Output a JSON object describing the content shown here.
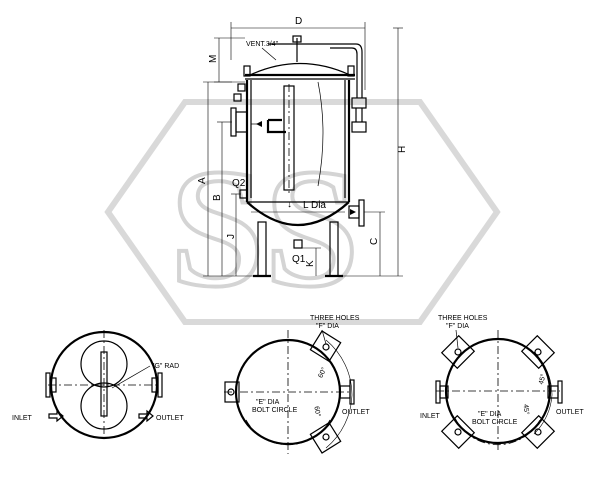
{
  "watermark": {
    "letters": "SS"
  },
  "elevation": {
    "dimensions": {
      "D": "D",
      "M": "M",
      "A": "A",
      "B": "B",
      "J": "J",
      "H": "H",
      "C": "C",
      "K": "K"
    },
    "labels": {
      "vent": "VENT.3/4\"",
      "q2": "Q2",
      "q1": "Q1",
      "l_dia": "L  Dia"
    }
  },
  "plan_single": {
    "g_rad": "\"G\" RAD",
    "inlet": "INLET",
    "outlet": "OUTLET"
  },
  "plan_three": {
    "three_holes": "THREE HOLES",
    "f_dia": "\"F\" DIA",
    "e_dia": "\"E\" DIA",
    "bolt_circle": "BOLT CIRCLE",
    "angle_1": "60°",
    "angle_2": "60°",
    "outlet": "OUTLET"
  },
  "plan_four": {
    "three_holes": "THREE HOLES",
    "f_dia": "\"F\" DIA",
    "e_dia": "\"E\" DIA",
    "bolt_circle": "BOLT CIRCLE",
    "angle_1": "45°",
    "angle_2": "45°",
    "inlet": "INLET",
    "outlet": "OUTLET"
  }
}
